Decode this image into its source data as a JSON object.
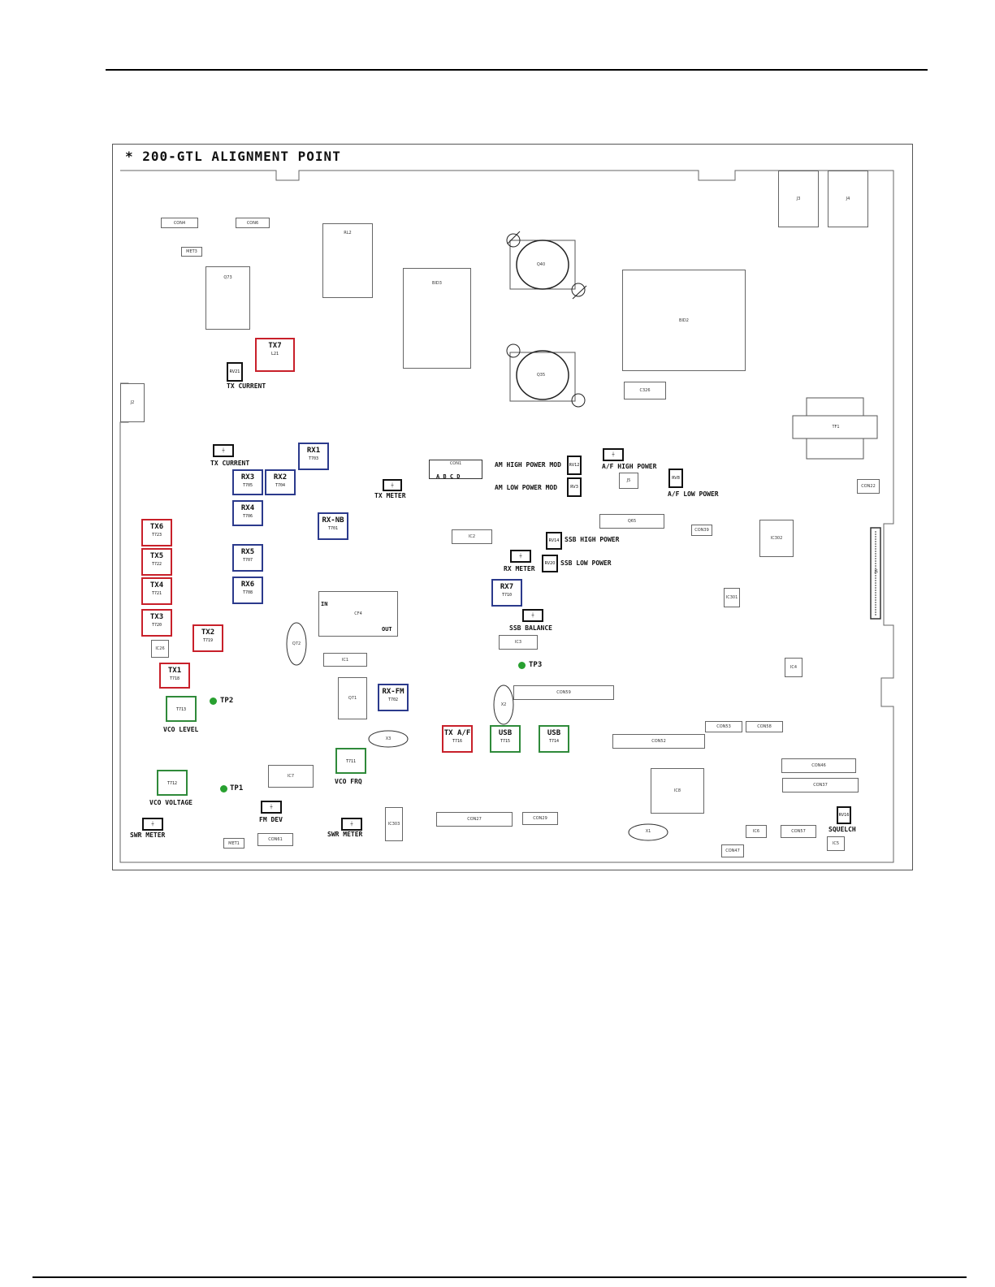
{
  "title": "* 200-GTL ALIGNMENT POINT",
  "colors": {
    "tx": "#c8202a",
    "rx": "#2b3a8c",
    "other": "#2f8a3a",
    "testpoint": "#28a030"
  },
  "transformers": [
    {
      "id": "tx7",
      "name": "TX7",
      "part": "L21",
      "color": "red"
    },
    {
      "id": "rx1",
      "name": "RX1",
      "part": "T703",
      "color": "blue"
    },
    {
      "id": "rx3",
      "name": "RX3",
      "part": "T705",
      "color": "blue"
    },
    {
      "id": "rx2",
      "name": "RX2",
      "part": "T704",
      "color": "blue"
    },
    {
      "id": "rx4",
      "name": "RX4",
      "part": "T706",
      "color": "blue"
    },
    {
      "id": "rx-nb",
      "name": "RX-NB",
      "part": "T701",
      "color": "blue"
    },
    {
      "id": "tx6",
      "name": "TX6",
      "part": "T723",
      "color": "red"
    },
    {
      "id": "tx5",
      "name": "TX5",
      "part": "T722",
      "color": "red"
    },
    {
      "id": "tx4",
      "name": "TX4",
      "part": "T721",
      "color": "red"
    },
    {
      "id": "tx3",
      "name": "TX3",
      "part": "T720",
      "color": "red"
    },
    {
      "id": "rx5",
      "name": "RX5",
      "part": "T707",
      "color": "blue"
    },
    {
      "id": "rx6",
      "name": "RX6",
      "part": "T708",
      "color": "blue"
    },
    {
      "id": "tx2",
      "name": "TX2",
      "part": "T719",
      "color": "red"
    },
    {
      "id": "tx1",
      "name": "TX1",
      "part": "T718",
      "color": "red"
    },
    {
      "id": "rx7",
      "name": "RX7",
      "part": "T710",
      "color": "blue"
    },
    {
      "id": "rx-fm",
      "name": "RX-FM",
      "part": "T702",
      "color": "blue"
    },
    {
      "id": "tx-af",
      "name": "TX A/F",
      "part": "T716",
      "color": "red"
    },
    {
      "id": "usb1",
      "name": "USB",
      "part": "T715",
      "color": "green"
    },
    {
      "id": "usb2",
      "name": "USB",
      "part": "T714",
      "color": "green"
    },
    {
      "id": "vco-level-t",
      "name": "",
      "part": "T713",
      "color": "green"
    },
    {
      "id": "vco-frq-t",
      "name": "",
      "part": "T711",
      "color": "green"
    },
    {
      "id": "vco-voltage-t",
      "name": "",
      "part": "T712",
      "color": "green"
    }
  ],
  "labels": {
    "tx_current_1": "TX CURRENT",
    "tx_current_2": "TX CURRENT",
    "tx_meter": "TX METER",
    "am_high": "AM HIGH POWER MOD",
    "am_low": "AM LOW POWER MOD",
    "af_high": "A/F HIGH POWER",
    "af_low": "A/F LOW POWER",
    "ssb_high": "SSB HIGH POWER",
    "ssb_low": "SSB LOW POWER",
    "rx_meter": "RX METER",
    "ssb_balance": "SSB BALANCE",
    "vco_level": "VCO LEVEL",
    "vco_frq": "VCO FRQ",
    "vco_voltage": "VCO VOLTAGE",
    "fm_dev": "FM DEV",
    "swr_meter_1": "SWR METER",
    "swr_meter_2": "SWR METER",
    "squelch": "SQUELCH",
    "con1_pins": "A  B  C  D",
    "cf4_in": "IN",
    "cf4_out": "OUT"
  },
  "testpoints": [
    {
      "id": "tp1",
      "label": "TP1"
    },
    {
      "id": "tp2",
      "label": "TP2"
    },
    {
      "id": "tp3",
      "label": "TP3"
    }
  ],
  "components": {
    "con4": "CON4",
    "con6": "CON6",
    "met3": "MET3",
    "q73": "Q73",
    "rl2": "RL2",
    "q40": "Q40",
    "q35": "Q35",
    "bid3": "BID3",
    "bid2": "BID2",
    "c326": "C326",
    "j3": "J3",
    "j4": "J4",
    "tf1": "TF1",
    "con22": "CON22",
    "con1": "CON1",
    "q65": "Q65",
    "con39": "CON39",
    "ic302": "IC302",
    "ic2": "IC2",
    "cf4": "CF4",
    "q72": "Q72",
    "ic1": "IC1",
    "ic3": "IC3",
    "ic301": "IC301",
    "ic4": "IC4",
    "ic26": "IC26",
    "q71": "Q71",
    "con59": "CON59",
    "x2": "X2",
    "x3": "X3",
    "con53": "CON53",
    "con58": "CON58",
    "con52": "CON52",
    "con46": "CON46",
    "con37": "CON37",
    "ic7": "IC7",
    "ic8": "IC8",
    "con27": "CON27",
    "con29": "CON29",
    "ic303": "IC303",
    "met1": "MET1",
    "con61": "CON61",
    "x1": "X1",
    "ic6": "IC6",
    "con47": "CON47",
    "con57": "CON57",
    "ic5": "IC5",
    "j1": "J1",
    "j2": "J2",
    "rv21": "RV21",
    "rv14": "RV14",
    "rv20": "RV20",
    "rv12": "RV12",
    "rv3": "RV3",
    "rv16": "RV16",
    "rv8": "RV8"
  }
}
